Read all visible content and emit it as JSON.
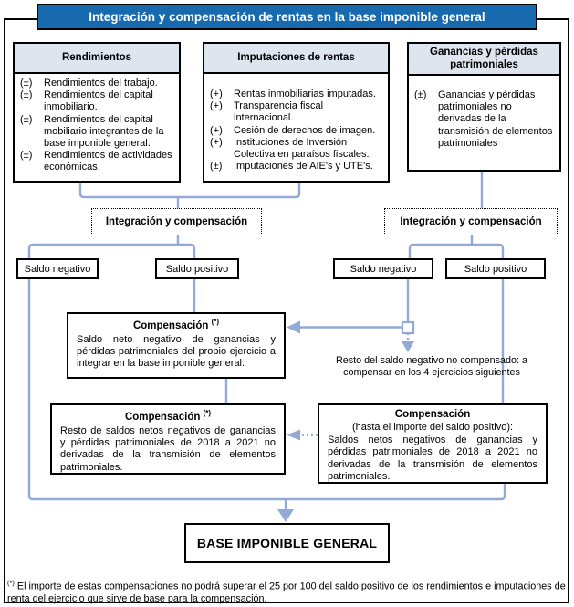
{
  "title": "Integración y compensación de rentas en la base imponible general",
  "colors": {
    "title_bg": "#176aad",
    "header_bg": "#dfe5ef",
    "connector": "#93a9d6",
    "border": "#000000"
  },
  "source_boxes": {
    "rendimientos": {
      "header": "Rendimientos",
      "items": [
        {
          "mark": "(±)",
          "text": "Rendimientos del trabajo."
        },
        {
          "mark": "(±)",
          "text": "Rendimientos del capital inmobiliario."
        },
        {
          "mark": "(±)",
          "text": "Rendimientos del capital mobiliario integrantes de la base imponible general."
        },
        {
          "mark": "(±)",
          "text": "Rendimientos de actividades económicas."
        }
      ]
    },
    "imputaciones": {
      "header": "Imputaciones de rentas",
      "items": [
        {
          "mark": "(+)",
          "text": "Rentas inmobiliarias imputadas."
        },
        {
          "mark": "(+)",
          "text": "Transparencia fiscal internacional."
        },
        {
          "mark": "(+)",
          "text": "Cesión de derechos de imagen."
        },
        {
          "mark": "(+)",
          "text": "Instituciones de Inversión Colectiva en paraísos fiscales."
        },
        {
          "mark": "(±)",
          "text": "Imputaciones de AIE's y UTE's."
        }
      ]
    },
    "ganancias": {
      "header": "Ganancias y pérdidas patrimoniales",
      "items": [
        {
          "mark": "(±)",
          "text": "Ganancias y pérdidas patrimoniales no derivadas de la transmisión de elementos patrimoniales"
        }
      ]
    }
  },
  "integration_left": "Integración y compensación",
  "integration_right": "Integración y compensación",
  "balances": {
    "left_negative": "Saldo negativo",
    "left_positive": "Saldo positivo",
    "right_negative": "Saldo negativo",
    "right_positive": "Saldo positivo"
  },
  "compensation_current": {
    "title": "Compensación",
    "marker": "(*)",
    "body": "Saldo neto negativo de ganancias y pérdidas patrimoniales del propio ejercicio a integrar en la base imponible general."
  },
  "remainder_note": "Resto del saldo negativo no compensado: a compensar en los 4 ejercicios siguientes",
  "compensation_prior": {
    "title": "Compensación",
    "marker": "(*)",
    "body": "Resto de saldos netos negativos de ganancias y pérdidas patrimoniales de 2018 a 2021 no derivadas de la transmisión de elementos patrimoniales."
  },
  "compensation_limit": {
    "title": "Compensación",
    "subtitle": "(hasta el importe del saldo positivo):",
    "body": "Saldos netos negativos de ganancias y pérdidas patrimoniales de 2018 a 2021 no derivadas de la transmisión de elementos patrimoniales."
  },
  "result_box": "BASE IMPONIBLE GENERAL",
  "footnote": {
    "marker": "(*)",
    "text": "El importe de estas compensaciones no podrá superar el 25 por 100 del saldo positivo de los rendimientos e imputaciones de renta del ejercicio que sirve de base para la compensación."
  }
}
